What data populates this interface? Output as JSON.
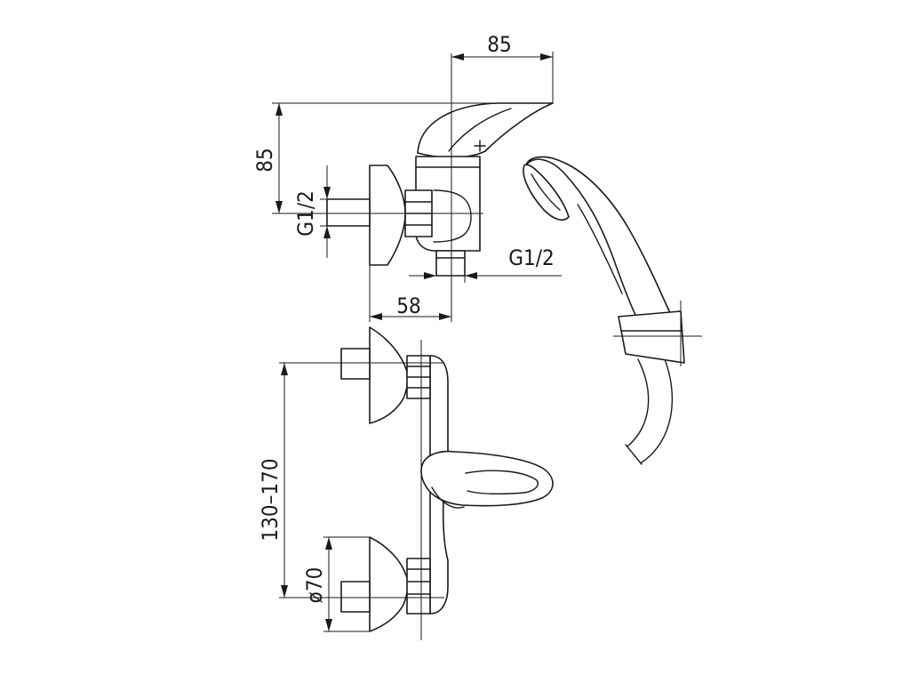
{
  "dimensions": {
    "top_width": "85",
    "height": "85",
    "inlet_thread": "G1/2",
    "outlet_thread": "G1/2",
    "depth": "58",
    "center_distance": "130–170",
    "rosette_diameter": "ø70"
  }
}
